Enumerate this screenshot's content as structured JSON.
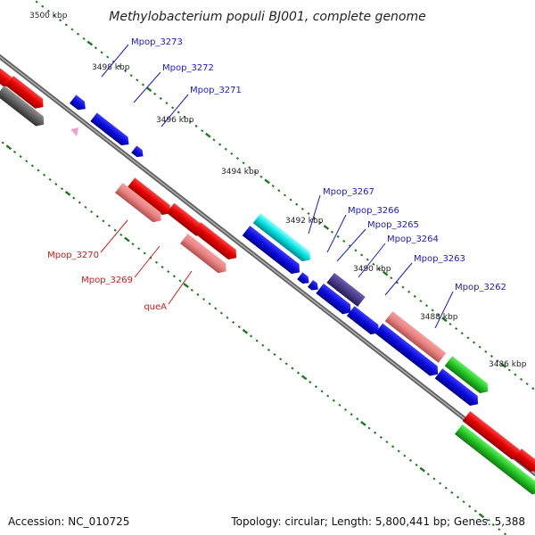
{
  "header": {
    "title": "Methylobacterium populi BJ001, complete genome"
  },
  "scale_labels": [
    {
      "id": "kbp-3500",
      "text": "3500 kbp"
    },
    {
      "id": "kbp-3498",
      "text": "3498 kbp"
    },
    {
      "id": "kbp-3496",
      "text": "3496 kbp"
    },
    {
      "id": "kbp-3494",
      "text": "3494 kbp"
    },
    {
      "id": "kbp-3492",
      "text": "3492 kbp"
    },
    {
      "id": "kbp-3490",
      "text": "3490 kbp"
    },
    {
      "id": "kbp-3488",
      "text": "3488 kbp"
    },
    {
      "id": "kbp-3486",
      "text": "3486 kbp"
    }
  ],
  "gene_labels": [
    {
      "id": "gene-label-mpop-3273",
      "text": "Mpop_3273",
      "strand": "plus"
    },
    {
      "id": "gene-label-mpop-3272",
      "text": "Mpop_3272",
      "strand": "plus"
    },
    {
      "id": "gene-label-mpop-3271",
      "text": "Mpop_3271",
      "strand": "plus"
    },
    {
      "id": "gene-label-mpop-3267",
      "text": "Mpop_3267",
      "strand": "plus"
    },
    {
      "id": "gene-label-mpop-3266",
      "text": "Mpop_3266",
      "strand": "plus"
    },
    {
      "id": "gene-label-mpop-3265",
      "text": "Mpop_3265",
      "strand": "plus"
    },
    {
      "id": "gene-label-mpop-3264",
      "text": "Mpop_3264",
      "strand": "plus"
    },
    {
      "id": "gene-label-mpop-3263",
      "text": "Mpop_3263",
      "strand": "plus"
    },
    {
      "id": "gene-label-mpop-3262",
      "text": "Mpop_3262",
      "strand": "plus"
    },
    {
      "id": "gene-label-mpop-3270",
      "text": "Mpop_3270",
      "strand": "minus"
    },
    {
      "id": "gene-label-mpop-3269",
      "text": "Mpop_3269",
      "strand": "minus"
    },
    {
      "id": "gene-label-quea",
      "text": "queA",
      "strand": "minus"
    }
  ],
  "colors": {
    "plus_gene": "#0a0adc",
    "minus_gene": "#e00000",
    "plus_label": "#1a1acc",
    "minus_label": "#cc1a1a",
    "backbone": "#808080",
    "tick": "#1a7a1a",
    "rna_pink": "#e88080",
    "cyan_gene": "#00e0e0",
    "dark_gene": "#4a3c8a",
    "green_feature": "#22c022",
    "pale_red_feature": "#e88080",
    "dark_gray_feature": "#606060"
  },
  "footer": {
    "accession": "Accession: NC_010725",
    "summary": "Topology: circular; Length: 5,800,441 bp; Genes: 5,388"
  }
}
